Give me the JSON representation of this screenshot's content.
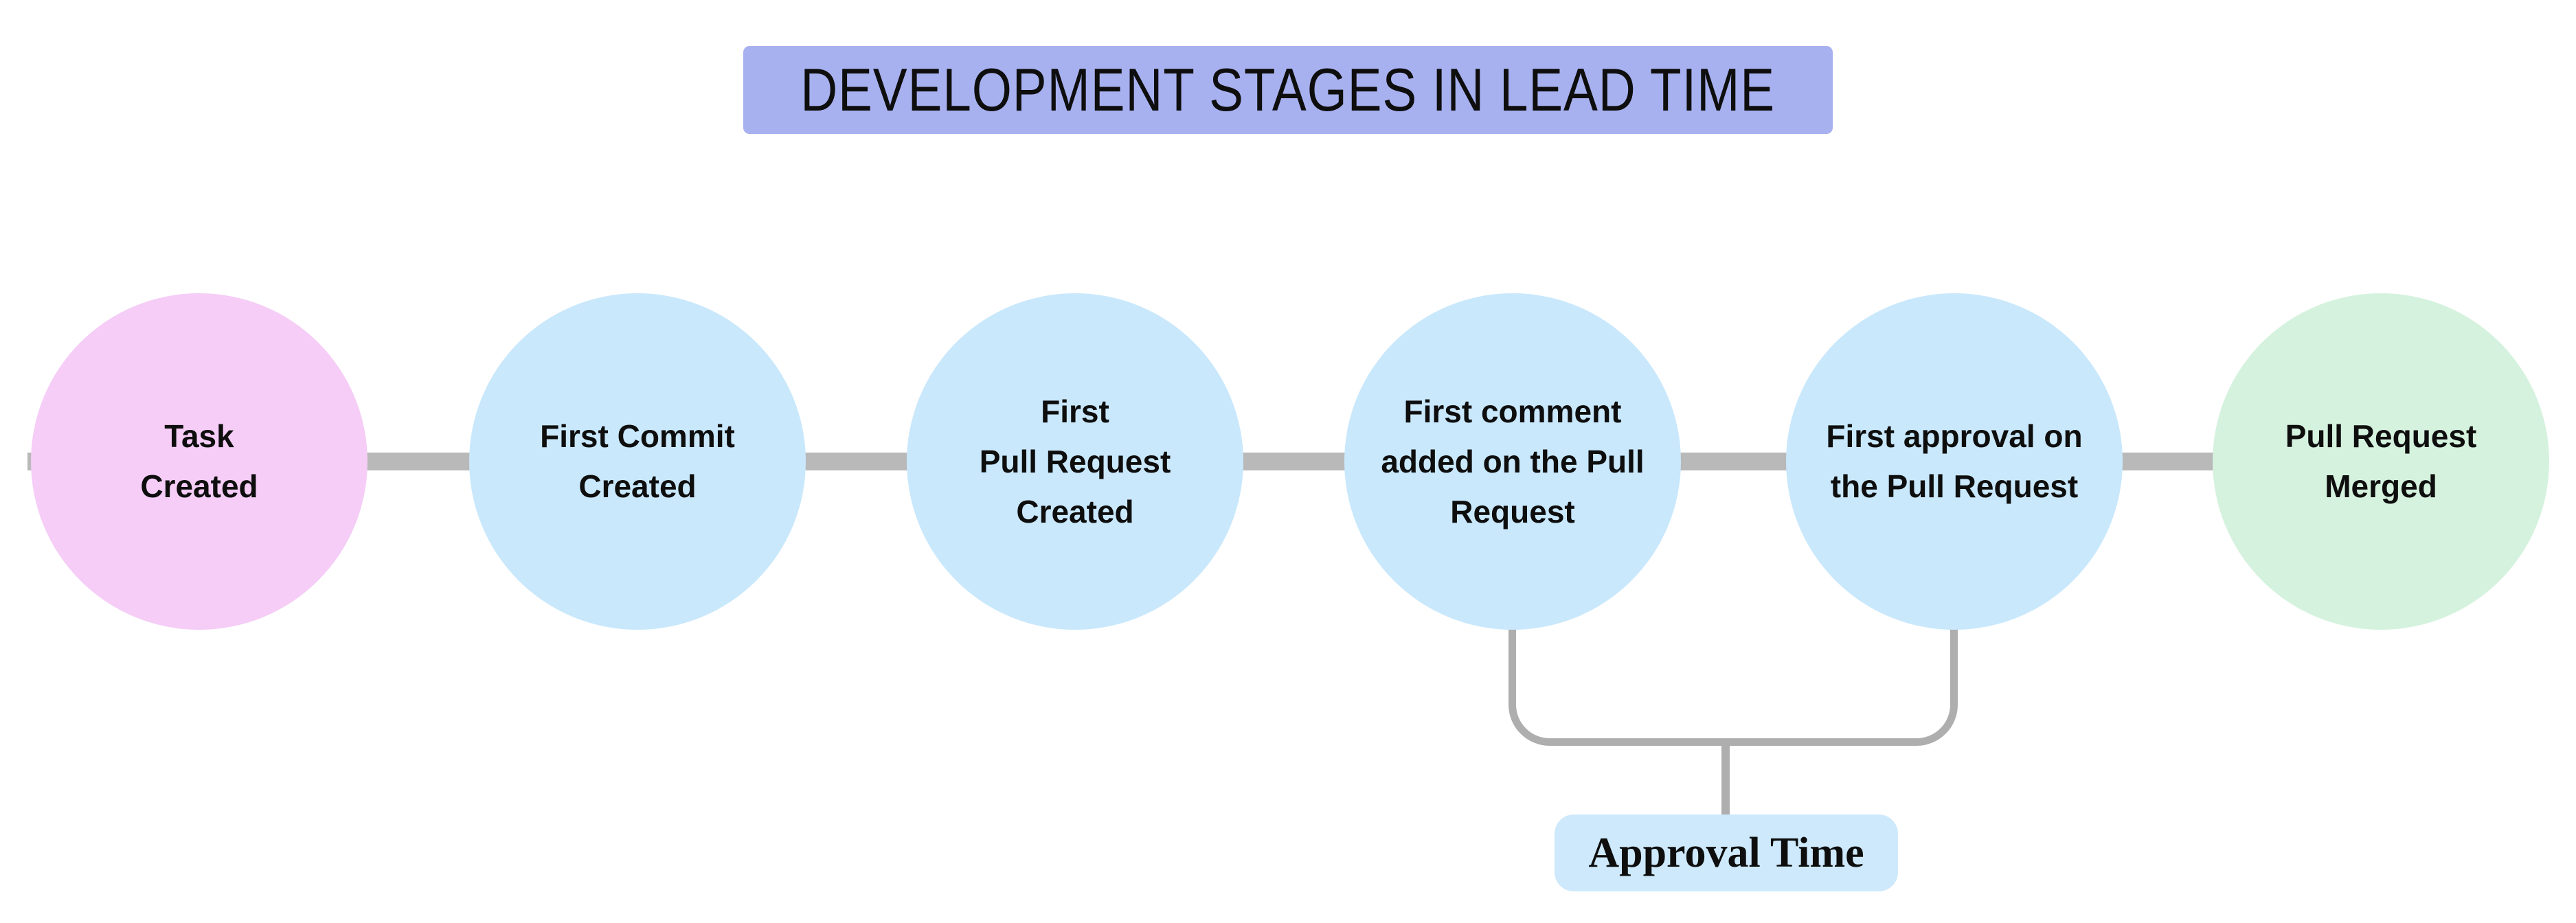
{
  "title": {
    "label": "DEVELOPMENT STAGES IN LEAD TIME",
    "bg": "#a8b1f0"
  },
  "connector_color": "#b9b9b9",
  "bracket_color": "#aeaeae",
  "text_color": "#0e0e0e",
  "stages": [
    {
      "name": "task-created",
      "lines": [
        "Task",
        "Created"
      ],
      "bg": "#f5cdf6"
    },
    {
      "name": "first-commit-created",
      "lines": [
        "First Commit",
        "Created"
      ],
      "bg": "#c9e8fc"
    },
    {
      "name": "first-pull-request-created",
      "lines": [
        "First",
        "Pull Request",
        "Created"
      ],
      "bg": "#c9e8fc"
    },
    {
      "name": "first-comment-added",
      "lines": [
        "First comment",
        "added on the Pull",
        "Request"
      ],
      "bg": "#c9e8fc"
    },
    {
      "name": "first-approval",
      "lines": [
        "First approval on",
        "the Pull Request"
      ],
      "bg": "#c9e8fc"
    },
    {
      "name": "pull-request-merged",
      "lines": [
        "Pull Request",
        "Merged"
      ],
      "bg": "#d5f2de"
    }
  ],
  "annotation": {
    "label": "Approval Time",
    "bg": "#cde9fb"
  }
}
